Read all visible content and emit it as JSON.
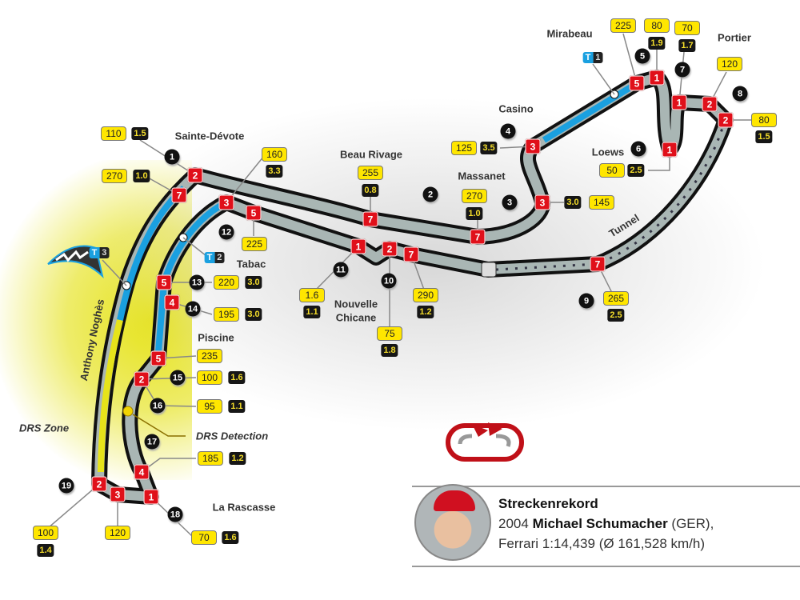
{
  "locations": {
    "sainte_devote": "Sainte-Dévote",
    "beau_rivage": "Beau Rivage",
    "massanet": "Massanet",
    "casino": "Casino",
    "mirabeau": "Mirabeau",
    "portier": "Portier",
    "loews": "Loews",
    "tunnel": "Tunnel",
    "tabac": "Tabac",
    "piscine": "Piscine",
    "nouvelle_1": "Nouvelle",
    "nouvelle_2": "Chicane",
    "rascasse": "La Rascasse",
    "anthony": "Anthony Noghès",
    "drs_zone": "DRS Zone",
    "drs_detection": "DRS Detection"
  },
  "corners": [
    "1",
    "2",
    "3",
    "4",
    "5",
    "6",
    "7",
    "8",
    "9",
    "10",
    "11",
    "12",
    "13",
    "14",
    "15",
    "16",
    "17",
    "18",
    "19"
  ],
  "gears": [
    "2",
    "7",
    "3",
    "5",
    "5",
    "4",
    "5",
    "2",
    "4",
    "2",
    "3",
    "1",
    "7",
    "7",
    "1",
    "2",
    "7",
    "7",
    "3",
    "3",
    "5",
    "1",
    "1",
    "2",
    "2",
    "1"
  ],
  "speeds": [
    "110",
    "270",
    "160",
    "225",
    "220",
    "195",
    "235",
    "100",
    "95",
    "185",
    "70",
    "100",
    "120",
    "255",
    "270",
    "1.6",
    "75",
    "290",
    "265",
    "125",
    "145",
    "50",
    "225",
    "80",
    "70",
    "120",
    "80"
  ],
  "gforces": [
    "1.5",
    "1.0",
    "3.3",
    "3.0",
    "3.0",
    "1.6",
    "1.1",
    "1.2",
    "1.6",
    "1.4",
    "0.8",
    "1.0",
    "1.1",
    "1.8",
    "1.2",
    "2.5",
    "3.5",
    "3.0",
    "2.5",
    "1.9",
    "1.7",
    "1.5"
  ],
  "timing": [
    {
      "t": "T",
      "n": "1"
    },
    {
      "t": "T",
      "n": "2"
    },
    {
      "t": "T",
      "n": "3"
    }
  ],
  "record": {
    "title": "Streckenrekord",
    "year": "2004",
    "driver": "Michael Schumacher",
    "nation": "(GER),",
    "team": "Ferrari",
    "time": "1:14,439",
    "avg": "(Ø 161,528 km/h)"
  },
  "colors": {
    "gear": "#e0101a",
    "speed": "#ffe600",
    "drs": "#e6e31a",
    "sector": "#1aa0e0"
  }
}
